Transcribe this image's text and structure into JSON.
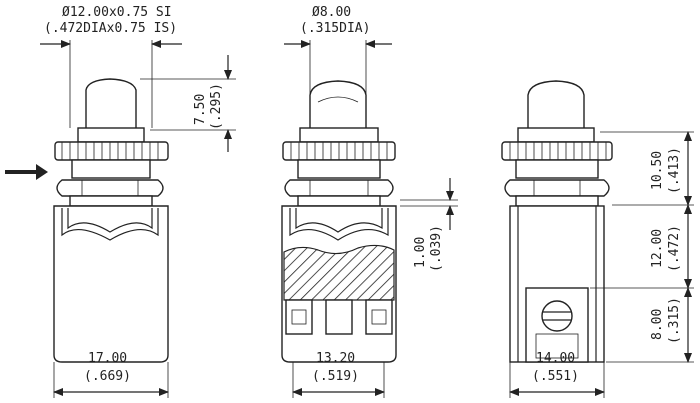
{
  "dims": {
    "thread_mm": "Ø12.00x0.75 SI",
    "thread_in": "(.472DIAx0.75 IS)",
    "diam_mm": "Ø8.00",
    "diam_in": "(.315DIA)",
    "plunger_mm": "7.50",
    "plunger_in": "(.295)",
    "travel_mm": "1.00",
    "travel_in": "(.039)",
    "width1_mm": "17.00",
    "width1_in": "(.669)",
    "width2_mm": "13.20",
    "width2_in": "(.519)",
    "width3_mm": "14.00",
    "width3_in": "(.551)",
    "h1_mm": "10.50",
    "h1_in": "(.413)",
    "h2_mm": "12.00",
    "h2_in": "(.472)",
    "h3_mm": "8.00",
    "h3_in": "(.315)"
  }
}
